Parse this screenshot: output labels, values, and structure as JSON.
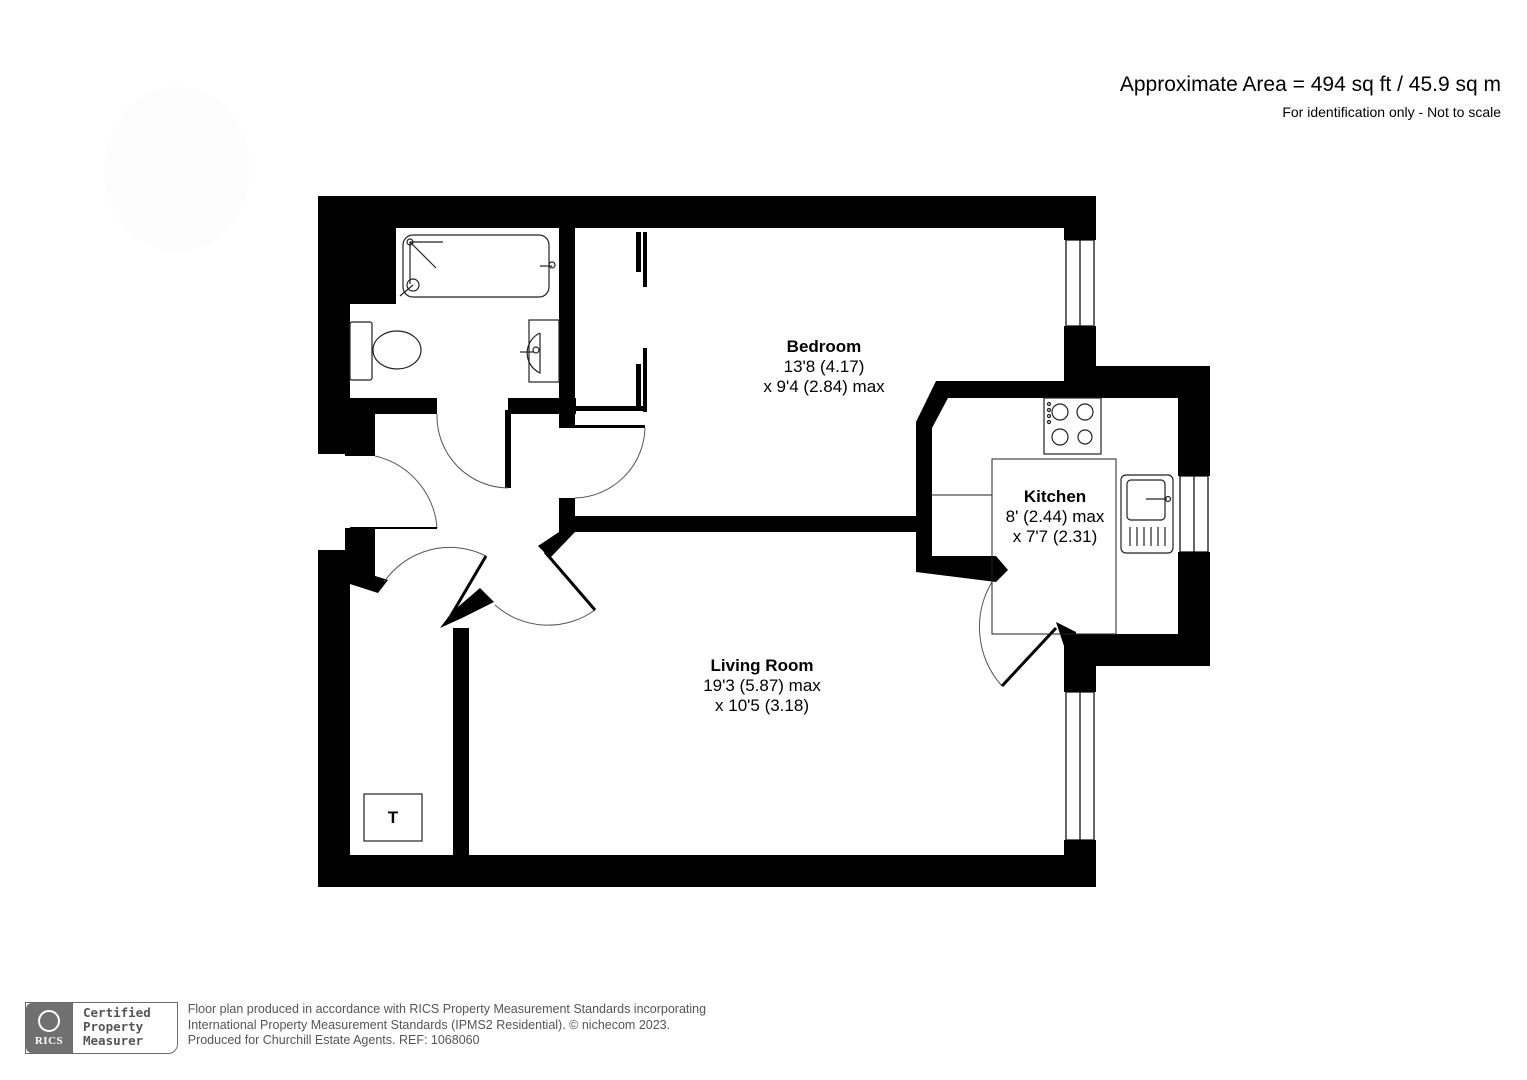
{
  "header": {
    "area": "Approximate Area = 494 sq ft / 45.9 sq m",
    "note": "For identification only - Not to scale"
  },
  "rooms": [
    {
      "name": "Bedroom",
      "dim1": "13'8 (4.17)",
      "dim2": "x 9'4 (2.84) max"
    },
    {
      "name": "Kitchen",
      "dim1": "8' (2.44) max",
      "dim2": "x 7'7 (2.31)"
    },
    {
      "name": "Living Room",
      "dim1": "19'3 (5.87) max",
      "dim2": "x 10'5 (3.18)"
    }
  ],
  "fixtures": {
    "cupboard_label": "T"
  },
  "footer": {
    "badge_logo": "RICS",
    "badge_line1": "Certified",
    "badge_line2": "Property",
    "badge_line3": "Measurer",
    "line1": "Floor plan produced in accordance with RICS Property Measurement Standards incorporating",
    "line2": "International Property Measurement Standards (IPMS2 Residential).   © nichecom 2023.",
    "line3": "Produced for Churchill Estate Agents.    REF: 1068060"
  },
  "colors": {
    "wall": "#000000",
    "background": "#ffffff",
    "footer_text": "#555555",
    "badge_grey": "#707070"
  }
}
